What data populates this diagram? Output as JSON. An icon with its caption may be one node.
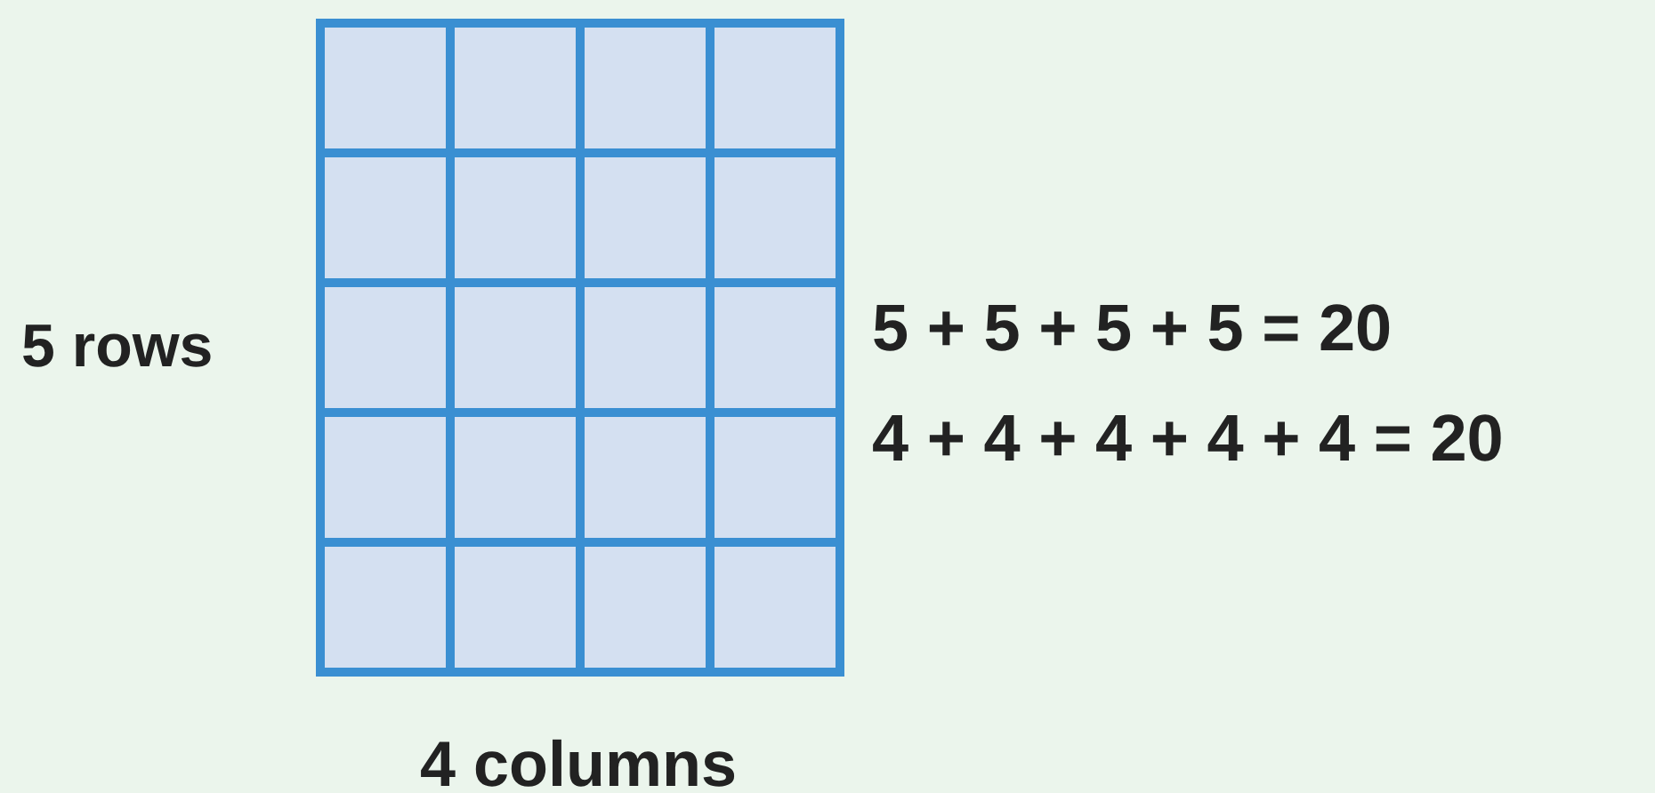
{
  "diagram": {
    "labels": [
      "5 rows",
      "5 + 5 + 5 + 5 = 20",
      "4 + 4 + 4 + 4 + 4 = 20",
      "4 columns"
    ]
  }
}
